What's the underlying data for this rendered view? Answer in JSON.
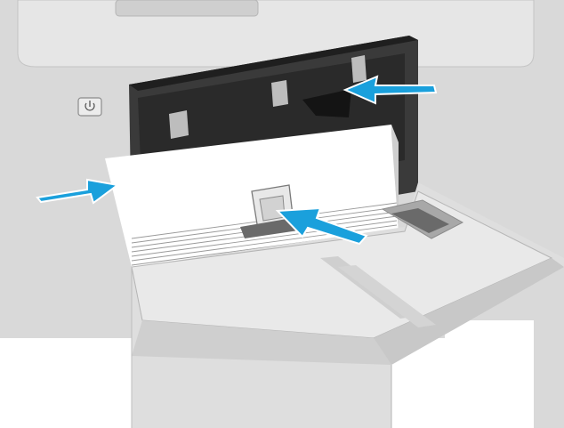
{
  "illustration": {
    "subject": "printer-main-input-tray",
    "colors": {
      "body": "#d9d9d9",
      "body_light": "#e6e6e6",
      "body_dark": "#bdbdbd",
      "cavity": "#3a3a3a",
      "cavity_dark": "#1f1f1f",
      "paper": "#ffffff",
      "paper_edge": "#9a9a9a",
      "tray": "#dedede",
      "tray_dark": "#a8a8a8",
      "arrow": "#1aa0dc",
      "arrow_stroke": "#ffffff",
      "outline": "#8c8c8c"
    },
    "icons": {
      "power": "power-icon"
    },
    "callouts": [
      {
        "name": "left-guide-arrow",
        "direction": "right"
      },
      {
        "name": "right-guide-arrow",
        "direction": "left"
      },
      {
        "name": "length-guide-arrow",
        "direction": "down-left"
      }
    ]
  }
}
